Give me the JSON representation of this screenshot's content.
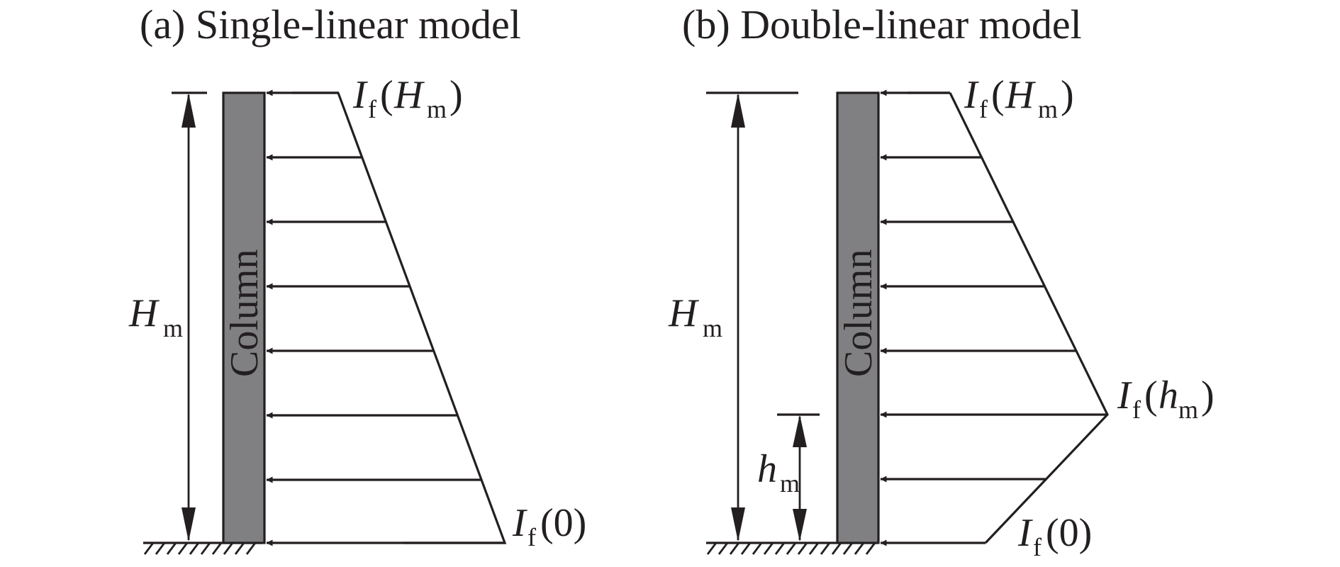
{
  "panels": {
    "a": {
      "title": "(a) Single-linear model",
      "column_label": "Column",
      "height_symbol": "H",
      "height_sub": "m",
      "top_load": {
        "sym": "I",
        "sub": "f",
        "arg_open": "(",
        "arg": "H",
        "arg_sub": "m",
        "arg_close": ")"
      },
      "bottom_load": {
        "sym": "I",
        "sub": "f",
        "arg": "(0)"
      }
    },
    "b": {
      "title": "(b) Double-linear model",
      "column_label": "Column",
      "height_symbol": "H",
      "height_sub": "m",
      "mid_symbol": "h",
      "mid_sub": "m",
      "top_load": {
        "sym": "I",
        "sub": "f",
        "arg_open": "(",
        "arg": "H",
        "arg_sub": "m",
        "arg_close": ")"
      },
      "mid_load": {
        "sym": "I",
        "sub": "f",
        "arg_open": "(",
        "arg": "h",
        "arg_sub": "m",
        "arg_close": ")"
      },
      "bottom_load": {
        "sym": "I",
        "sub": "f",
        "arg": "(0)"
      }
    }
  },
  "colors": {
    "ink": "#231f20",
    "column_fill": "#808083"
  }
}
